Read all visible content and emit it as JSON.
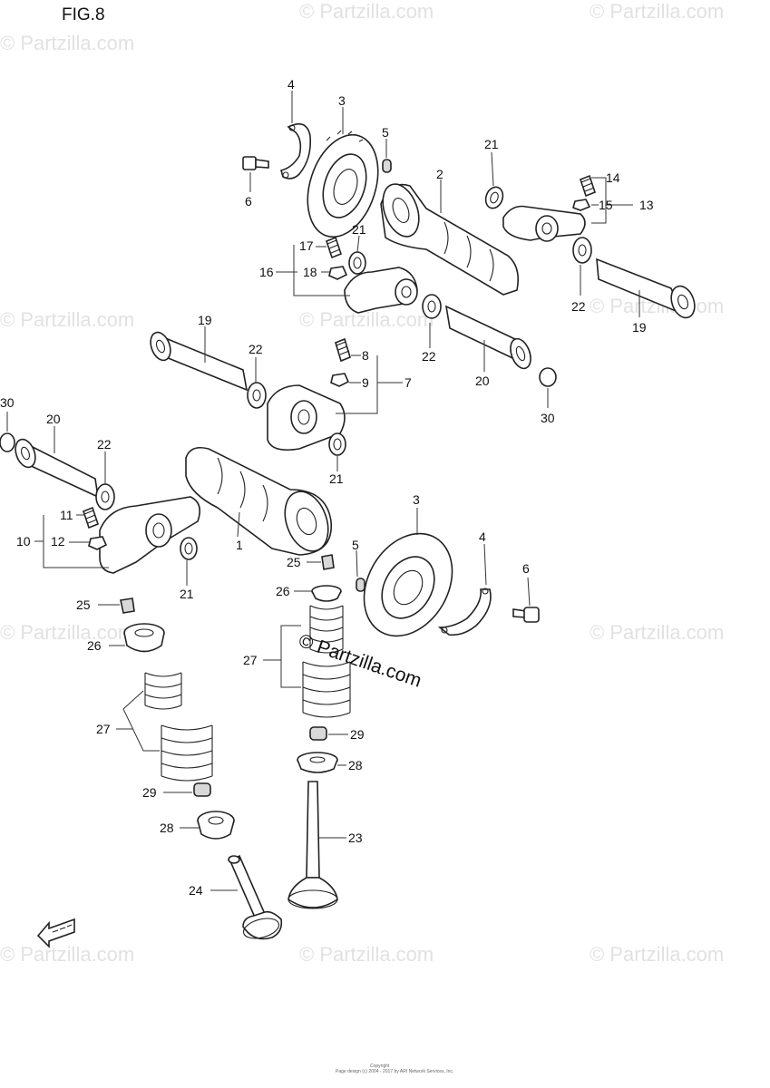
{
  "figure": {
    "title": "FIG.8"
  },
  "watermark": {
    "text": "© Partzilla.com",
    "center_text": "© Partzilla.com"
  },
  "footer": {
    "line1": "Copyright",
    "line2": "Page design (c) 2004 - 2017 by ARI Network Services, Inc."
  },
  "callouts": {
    "c1": "1",
    "c2": "2",
    "c3a": "3",
    "c3b": "3",
    "c4a": "4",
    "c4b": "4",
    "c5a": "5",
    "c5b": "5",
    "c6a": "6",
    "c6b": "6",
    "c7": "7",
    "c8": "8",
    "c9": "9",
    "c10": "10",
    "c11": "11",
    "c12": "12",
    "c13": "13",
    "c14": "14",
    "c15": "15",
    "c16": "16",
    "c17": "17",
    "c18": "18",
    "c19a": "19",
    "c19b": "19",
    "c20a": "20",
    "c20b": "20",
    "c21a": "21",
    "c21b": "21",
    "c21c": "21",
    "c21d": "21",
    "c22a": "22",
    "c22b": "22",
    "c22c": "22",
    "c22d": "22",
    "c23": "23",
    "c24": "24",
    "c25a": "25",
    "c25b": "25",
    "c26a": "26",
    "c26b": "26",
    "c27a": "27",
    "c27b": "27",
    "c28a": "28",
    "c28b": "28",
    "c29a": "29",
    "c29b": "29",
    "c30a": "30",
    "c30b": "30"
  },
  "icons": {
    "front_arrow": "front-direction-arrow-icon"
  }
}
